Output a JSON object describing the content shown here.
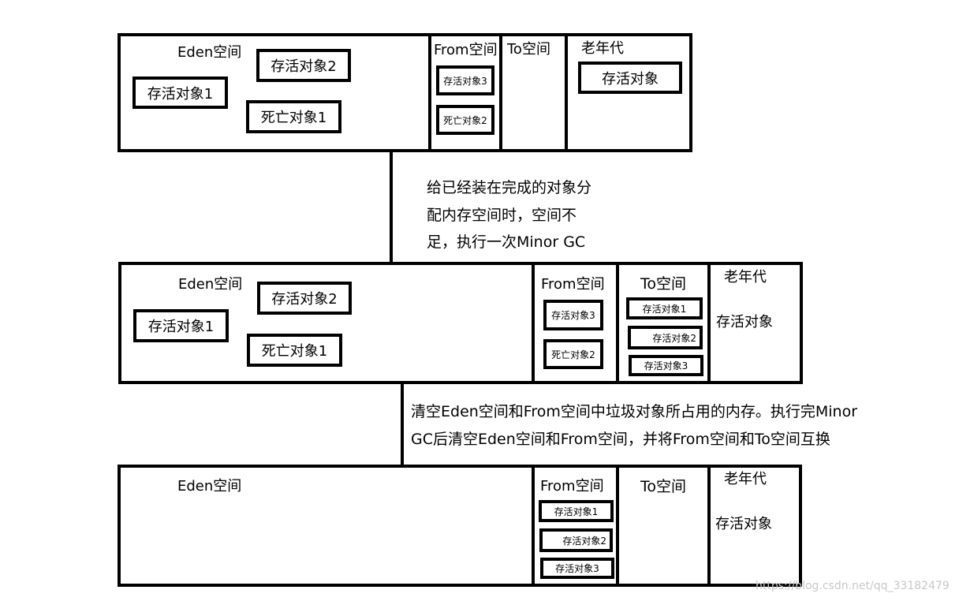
{
  "stage1": {
    "eden": "Eden空间",
    "from": "From空间",
    "to": "To空间",
    "old": "老年代",
    "eden_objects": [
      "存活对象2",
      "存活对象1",
      "死亡对象1"
    ],
    "from_objects": [
      "存活对象3",
      "死亡对象2"
    ],
    "old_objects": [
      "存活对象"
    ]
  },
  "arrow1_note": [
    "给已经装在完成的对象分",
    "配内存空间时，空间不",
    "足，执行一次Minor GC"
  ],
  "stage2": {
    "eden": "Eden空间",
    "from": "From空间",
    "to": "To空间",
    "old": "老年代",
    "eden_objects": [
      "存活对象2",
      "存活对象1",
      "死亡对象1"
    ],
    "from_objects": [
      "存活对象3",
      "死亡对象2"
    ],
    "to_objects": [
      "存活对象1",
      "存活对象2",
      "存活对象3"
    ],
    "old_text": "存活对象"
  },
  "arrow2_note": [
    "清空Eden空间和From空间中垃圾对象所占用的内存。执行完Minor",
    "GC后清空Eden空间和From空间，并将From空间和To空间互换"
  ],
  "stage3": {
    "eden": "Eden空间",
    "from": "From空间",
    "to": "To空间",
    "old": "老年代",
    "from_objects": [
      "存活对象1",
      "存活对象2",
      "存活对象3"
    ],
    "old_text": "存活对象"
  },
  "watermark": "https://blog.csdn.net/qq_33182479"
}
